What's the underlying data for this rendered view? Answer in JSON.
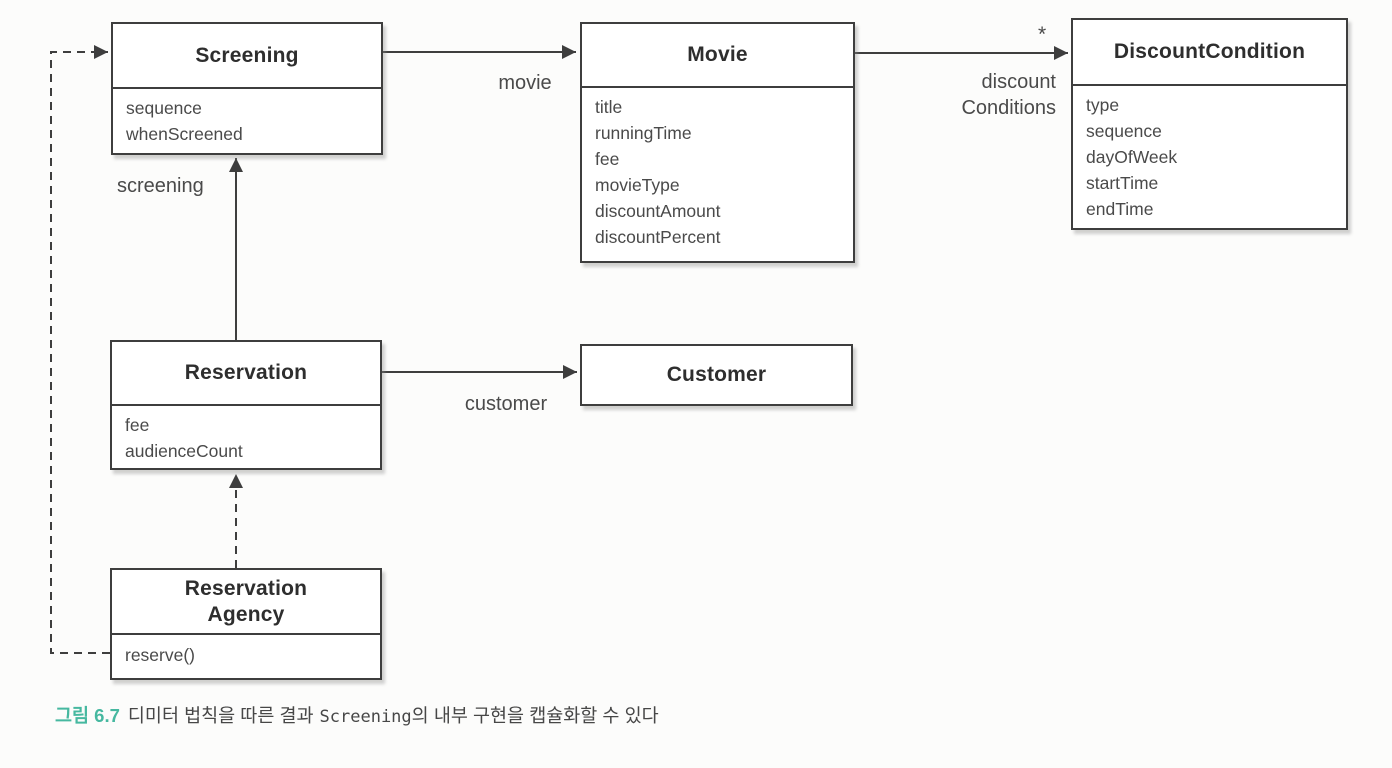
{
  "colors": {
    "box_border": "#3e3e3e",
    "box_fill": "#ffffff",
    "edge_line": "#3e3e3e",
    "title_text": "#2e2e2e",
    "attribute_text": "#4a4a4a",
    "caption_accent": "#46b8a0",
    "caption_text": "#474747",
    "page_background": "#fcfcfb"
  },
  "diagram": {
    "classes": [
      {
        "name": "Screening",
        "attributes": [
          "sequence",
          "whenScreened"
        ]
      },
      {
        "name": "Movie",
        "attributes": [
          "title",
          "runningTime",
          "fee",
          "movieType",
          "discountAmount",
          "discountPercent"
        ]
      },
      {
        "name": "DiscountCondition",
        "attributes": [
          "type",
          "sequence",
          "dayOfWeek",
          "startTime",
          "endTime"
        ]
      },
      {
        "name": "Reservation",
        "attributes": [
          "fee",
          "audienceCount"
        ]
      },
      {
        "name": "Customer",
        "attributes": []
      },
      {
        "name": "Reservation\nAgency",
        "methods": [
          "reserve()"
        ]
      }
    ],
    "edge_labels": {
      "movie": "movie",
      "discount_line1": "discount",
      "discount_line2": "Conditions",
      "discount_multiplicity": "*",
      "screening": "screening",
      "customer": "customer"
    }
  },
  "caption": {
    "figure_label": "그림 6.7",
    "pre_code": "디미터 법칙을 따른 결과",
    "code": "Screening",
    "post_code": "의 내부 구현을 캡슐화할 수 있다"
  }
}
